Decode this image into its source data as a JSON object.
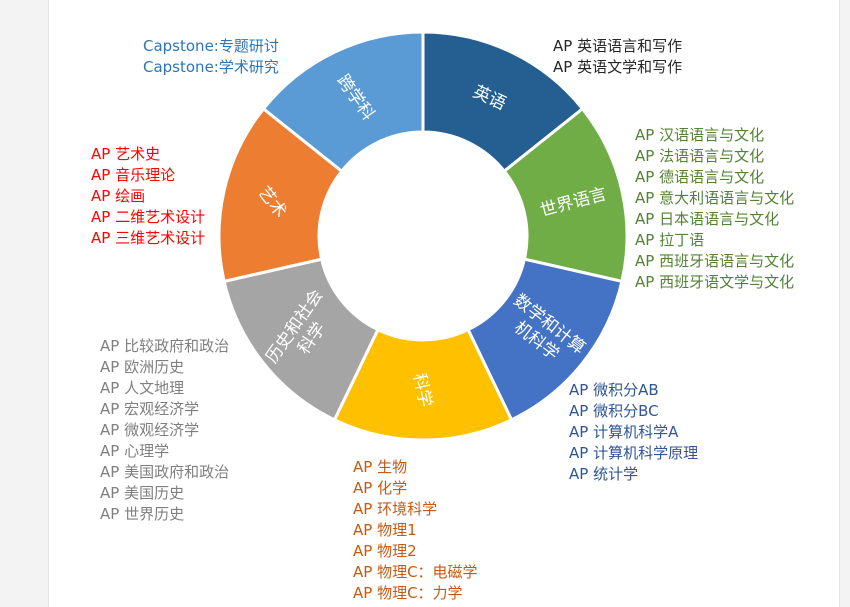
{
  "colors": {
    "capstone": "#5b9bd5",
    "english": "#255e91",
    "world_languages": "#70ad47",
    "math_cs": "#4472c4",
    "science": "#ffc000",
    "history_social": "#a5a5a5",
    "arts": "#ed7d31",
    "text_capstone": "#2e75b6",
    "text_english": "#262626",
    "text_world_languages": "#548235",
    "text_math_cs": "#2f5597",
    "text_science": "#c55a11",
    "text_history_social": "#7f7f7f",
    "text_arts": "#ff0000"
  },
  "segments": [
    {
      "id": "english",
      "label": "英语",
      "share": 0.1429,
      "color_key": "english"
    },
    {
      "id": "world_languages",
      "label": "世界语言",
      "share": 0.1429,
      "color_key": "world_languages"
    },
    {
      "id": "math_cs",
      "label": "数学和计算机科学",
      "share": 0.1429,
      "color_key": "math_cs"
    },
    {
      "id": "science",
      "label": "科学",
      "share": 0.1429,
      "color_key": "science"
    },
    {
      "id": "history_social",
      "label": "历史和社会科学",
      "share": 0.1429,
      "color_key": "history_social"
    },
    {
      "id": "arts",
      "label": "艺术",
      "share": 0.1429,
      "color_key": "arts"
    },
    {
      "id": "capstone",
      "label": "跨学科",
      "share": 0.1429,
      "color_key": "capstone"
    }
  ],
  "course_lists": {
    "capstone": [
      "Capstone:专题研讨",
      "Capstone:学术研究"
    ],
    "english": [
      "AP 英语语言和写作",
      "AP 英语文学和写作"
    ],
    "world_languages": [
      "AP 汉语语言与文化",
      "AP 法语语言与文化",
      "AP 德语语言与文化",
      "AP 意大利语语言与文化",
      "AP 日本语语言与文化",
      "AP 拉丁语",
      "AP 西班牙语语言与文化",
      "AP 西班牙语文学与文化"
    ],
    "math_cs": [
      "AP 微积分AB",
      "AP 微积分BC",
      "AP 计算机科学A",
      "AP 计算机科学原理",
      "AP 统计学"
    ],
    "science": [
      "AP 生物",
      "AP 化学",
      "AP 环境科学",
      "AP 物理1",
      "AP 物理2",
      "AP 物理C：电磁学",
      "AP 物理C：力学"
    ],
    "history_social": [
      "AP 比较政府和政治",
      "AP 欧洲历史",
      "AP 人文地理",
      "AP 宏观经济学",
      "AP 微观经济学",
      "AP 心理学",
      "AP 美国政府和政治",
      "AP 美国历史",
      "AP 世界历史"
    ],
    "arts": [
      "AP 艺术史",
      "AP 音乐理论",
      "AP 绘画",
      "AP 二维艺术设计",
      "AP 三维艺术设计"
    ]
  }
}
